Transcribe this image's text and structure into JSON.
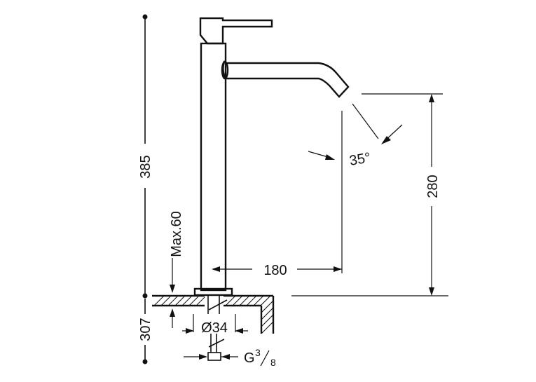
{
  "dimensions": {
    "total_height": "385",
    "spout_height": "280",
    "spout_reach": "180",
    "spout_angle": "35°",
    "max_deck": "Max.60",
    "lower_height": "307",
    "base_diameter": "Ø34",
    "thread_prefix": "G",
    "thread_num": "3",
    "thread_den": "8"
  },
  "colors": {
    "line": "#111111",
    "background": "#ffffff"
  }
}
